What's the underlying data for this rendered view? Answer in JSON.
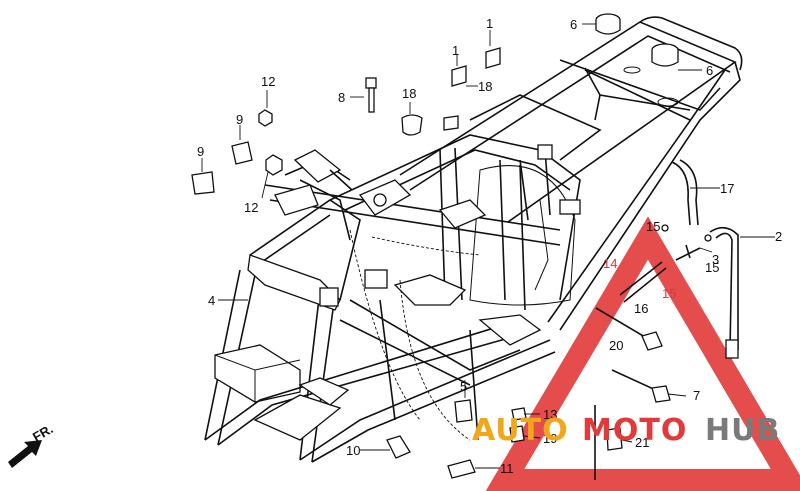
{
  "diagram": {
    "callouts": [
      {
        "id": "c1a",
        "text": "1"
      },
      {
        "id": "c1b",
        "text": "1"
      },
      {
        "id": "c2",
        "text": "2"
      },
      {
        "id": "c3",
        "text": "3"
      },
      {
        "id": "c4",
        "text": "4"
      },
      {
        "id": "c5",
        "text": "5"
      },
      {
        "id": "c6a",
        "text": "6"
      },
      {
        "id": "c6b",
        "text": "6"
      },
      {
        "id": "c7",
        "text": "7"
      },
      {
        "id": "c8",
        "text": "8"
      },
      {
        "id": "c9a",
        "text": "9"
      },
      {
        "id": "c9b",
        "text": "9"
      },
      {
        "id": "c10",
        "text": "10"
      },
      {
        "id": "c11",
        "text": "11"
      },
      {
        "id": "c12a",
        "text": "12"
      },
      {
        "id": "c12b",
        "text": "12"
      },
      {
        "id": "c13",
        "text": "13"
      },
      {
        "id": "c14",
        "text": "14"
      },
      {
        "id": "c15a",
        "text": "15"
      },
      {
        "id": "c15b",
        "text": "15"
      },
      {
        "id": "c15c",
        "text": "15"
      },
      {
        "id": "c16",
        "text": "16"
      },
      {
        "id": "c17",
        "text": "17"
      },
      {
        "id": "c18a",
        "text": "18"
      },
      {
        "id": "c18b",
        "text": "18"
      },
      {
        "id": "c19",
        "text": "19"
      },
      {
        "id": "c20",
        "text": "20"
      },
      {
        "id": "c21",
        "text": "21"
      }
    ],
    "direction_label": "FR.",
    "watermark": {
      "part1": "AUTO",
      "part2": "MOTO",
      "part3": "HUB",
      "colors": {
        "triangle": "#e23a3a",
        "text_red": "#e23a3a",
        "text_orange": "#f2a71b",
        "text_gray": "#7a7a7a"
      }
    }
  }
}
